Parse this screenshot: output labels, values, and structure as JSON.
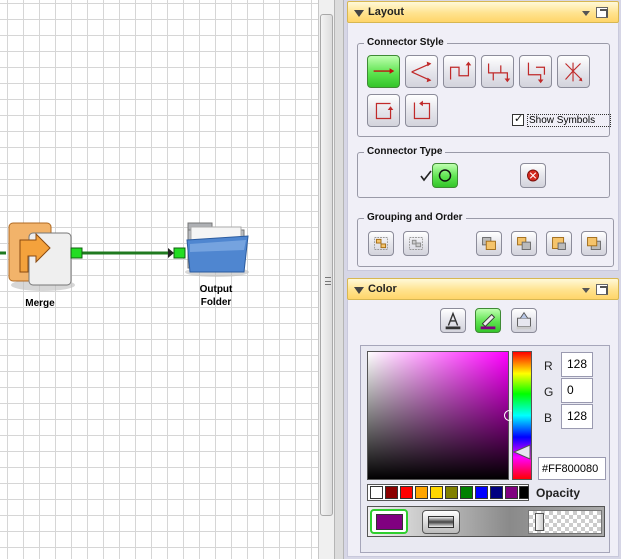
{
  "canvas": {
    "nodes": [
      {
        "label": "Merge",
        "icon": "merge-icon"
      },
      {
        "label": "Output\nFolder",
        "icon": "folder-icon"
      }
    ],
    "connector_color": "#1f7a1f",
    "port_color": "#22dd22"
  },
  "layout_pane": {
    "title": "Layout",
    "connector_style": {
      "title": "Connector Style",
      "buttons": [
        {
          "name": "straight",
          "icon": "straight-connector-icon",
          "active": true
        },
        {
          "name": "fork",
          "icon": "fork-connector-icon",
          "active": false
        },
        {
          "name": "ortho-up-down",
          "icon": "orthogonal-connector-icon",
          "active": false
        },
        {
          "name": "ortho-step",
          "icon": "orthogonal-step-icon",
          "active": false
        },
        {
          "name": "ortho-down",
          "icon": "orthogonal-down-icon",
          "active": false
        },
        {
          "name": "ortho-cross",
          "icon": "orthogonal-cross-icon",
          "active": false
        },
        {
          "name": "loop-left",
          "icon": "loop-left-icon",
          "active": false
        },
        {
          "name": "loop-right",
          "icon": "loop-right-icon",
          "active": false
        }
      ],
      "show_symbols_label": "Show Symbols",
      "show_symbols_checked": true
    },
    "connector_type": {
      "title": "Connector Type",
      "selected": "circle"
    },
    "grouping": {
      "title": "Grouping and Order",
      "buttons": [
        "group-icon",
        "ungroup-icon",
        "bring-to-front-icon",
        "bring-forward-icon",
        "send-backward-icon",
        "send-to-back-icon"
      ]
    }
  },
  "color_pane": {
    "title": "Color",
    "tabs": [
      "text-color-icon",
      "fill-color-icon",
      "background-color-icon"
    ],
    "active_tab": 1,
    "r_label": "R",
    "r_value": "128",
    "g_label": "G",
    "g_value": "0",
    "b_label": "B",
    "b_value": "128",
    "hex_value": "#FF800080",
    "opacity_label": "Opacity",
    "swatches": [
      "#ffffff",
      "#8b0000",
      "#ff0000",
      "#ffa500",
      "#ffd700",
      "#808000",
      "#008000",
      "#0000ff",
      "#000080",
      "#800080",
      "#000000"
    ],
    "current_color": "#800080",
    "colors": {
      "accent": "#800080",
      "active_green": "#34c52a",
      "header": "#ffe38f"
    }
  }
}
